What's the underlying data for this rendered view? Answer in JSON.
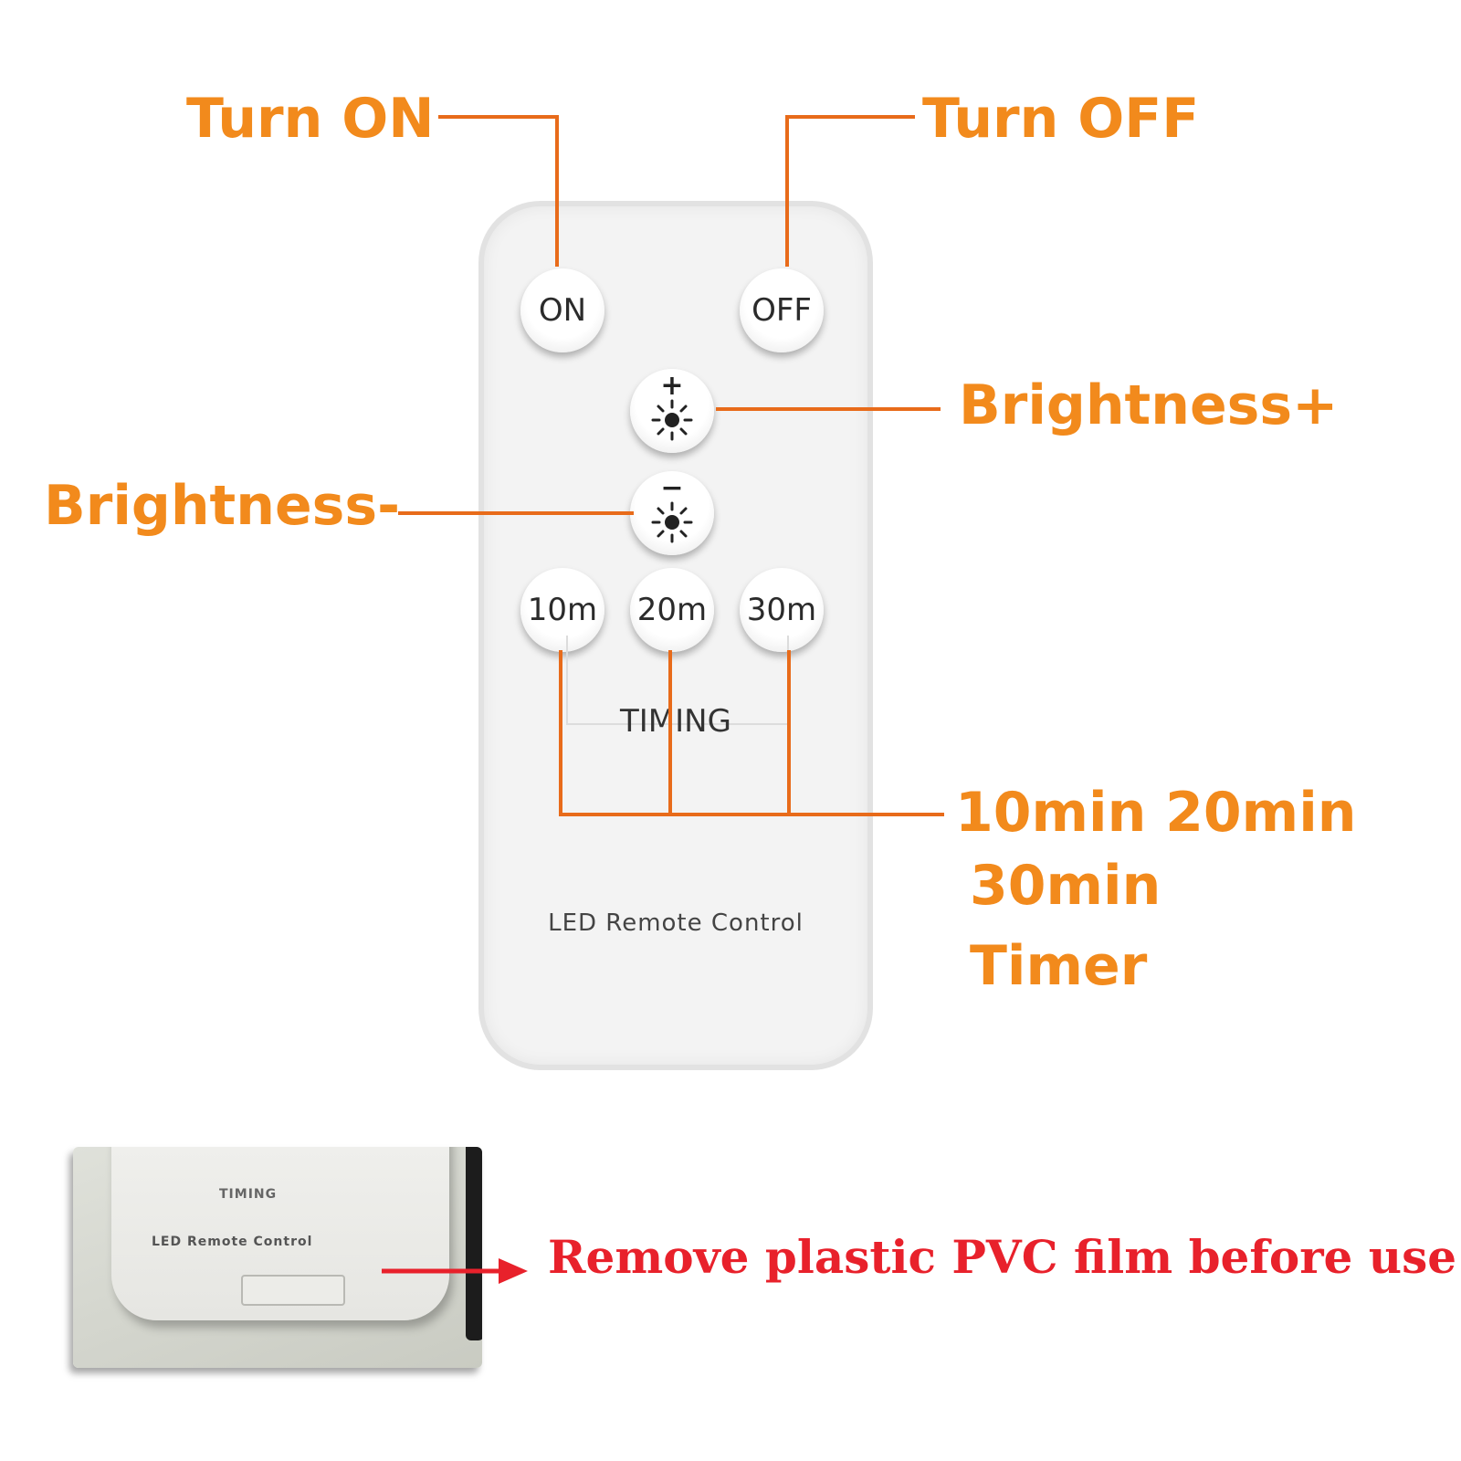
{
  "labels": {
    "turn_on": "Turn ON",
    "turn_off": "Turn OFF",
    "brightness_up": "Brightness+",
    "brightness_down": "Brightness-",
    "timer_line1": "10min 20min",
    "timer_line2": "30min",
    "timer_line3": "Timer"
  },
  "remote": {
    "on_button": "ON",
    "off_button": "OFF",
    "brightness_up_symbol": "+",
    "brightness_down_symbol": "−",
    "timer_10": "10m",
    "timer_20": "20m",
    "timer_30": "30m",
    "timing_label": "TIMING",
    "brand_label": "LED Remote Control"
  },
  "photo": {
    "timing_label": "TIMING",
    "brand_label": "LED Remote Control"
  },
  "notice": {
    "text": "Remove plastic PVC film before use"
  },
  "colors": {
    "callout": "#f28a1c",
    "leader": "#e86b1a",
    "notice": "#e8212b"
  },
  "icons": {
    "brightness": "sun-icon",
    "arrow": "arrow-right-icon"
  }
}
